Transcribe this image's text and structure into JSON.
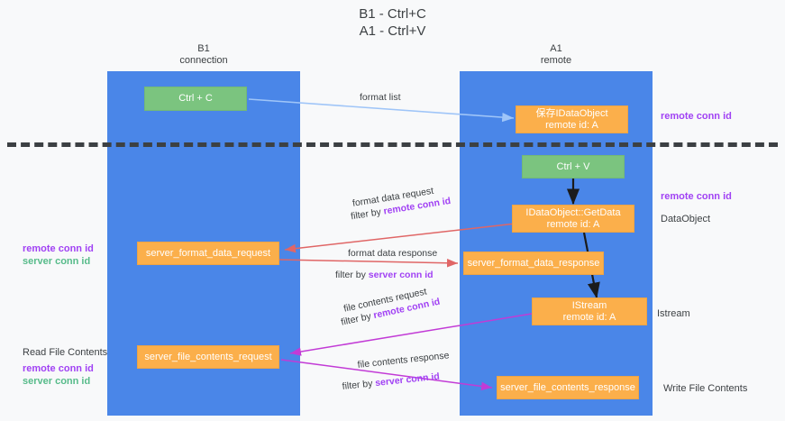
{
  "title": {
    "line1": "B1 - Ctrl+C",
    "line2": "A1 - Ctrl+V"
  },
  "lanes": [
    {
      "id": "b1",
      "name": "B1",
      "role": "connection"
    },
    {
      "id": "a1",
      "name": "A1",
      "role": "remote"
    }
  ],
  "colors": {
    "lane_band": "#4a86e8",
    "node_green": "#7bc47f",
    "node_orange": "#fbaf4b",
    "divider": "#3c4043",
    "edge_format_list": "#9fc5f8",
    "edge_format_data": "#e06666",
    "edge_file_contents": "#c23bd6",
    "edge_internal": "#1b1b1b",
    "accent_purple": "#a142f4",
    "accent_green": "#57bb8a",
    "text": "#3c4043",
    "background": "#f8f9fa"
  },
  "nodes": {
    "ctrl_c": {
      "label": "Ctrl + C"
    },
    "save_dataobject": {
      "line1": "保存IDataObject",
      "line2": "remote id: A"
    },
    "ctrl_v": {
      "label": "Ctrl + V"
    },
    "getdata": {
      "line1": "IDataObject::GetData",
      "line2": "remote id: A"
    },
    "server_format_data_request": {
      "label": "server_format_data_request"
    },
    "server_format_data_response": {
      "label": "server_format_data_response"
    },
    "istream": {
      "line1": "IStream",
      "line2": "remote id: A"
    },
    "server_file_contents_request": {
      "label": "server_file_contents_request"
    },
    "server_file_contents_response": {
      "label": "server_file_contents_response"
    }
  },
  "edge_labels": {
    "format_list": "format list",
    "format_data_request": "format data request",
    "format_data_request_filter_prefix": "filter by ",
    "format_data_request_filter_key": "remote conn id",
    "format_data_response": "format data response",
    "format_data_response_filter_prefix": "filter by ",
    "format_data_response_filter_key": "server conn id",
    "file_contents_request": "file contents request",
    "file_contents_request_filter_prefix": "filter by ",
    "file_contents_request_filter_key": "remote conn id",
    "file_contents_response": "file contents response",
    "file_contents_response_filter_prefix": "filter by ",
    "file_contents_response_filter_key": "server conn id"
  },
  "annotations": {
    "right_remote_conn_id_top": "remote conn id",
    "right_remote_conn_id_mid": "remote conn id",
    "right_dataobject": "DataObject",
    "right_istream": "Istream",
    "right_write_file_contents": "Write File Contents",
    "left_remote_conn_id_mid": "remote conn id",
    "left_server_conn_id_mid": "server conn id",
    "left_read_file_contents": "Read File Contents",
    "left_remote_conn_id_bottom": "remote conn id",
    "left_server_conn_id_bottom": "server conn id"
  }
}
